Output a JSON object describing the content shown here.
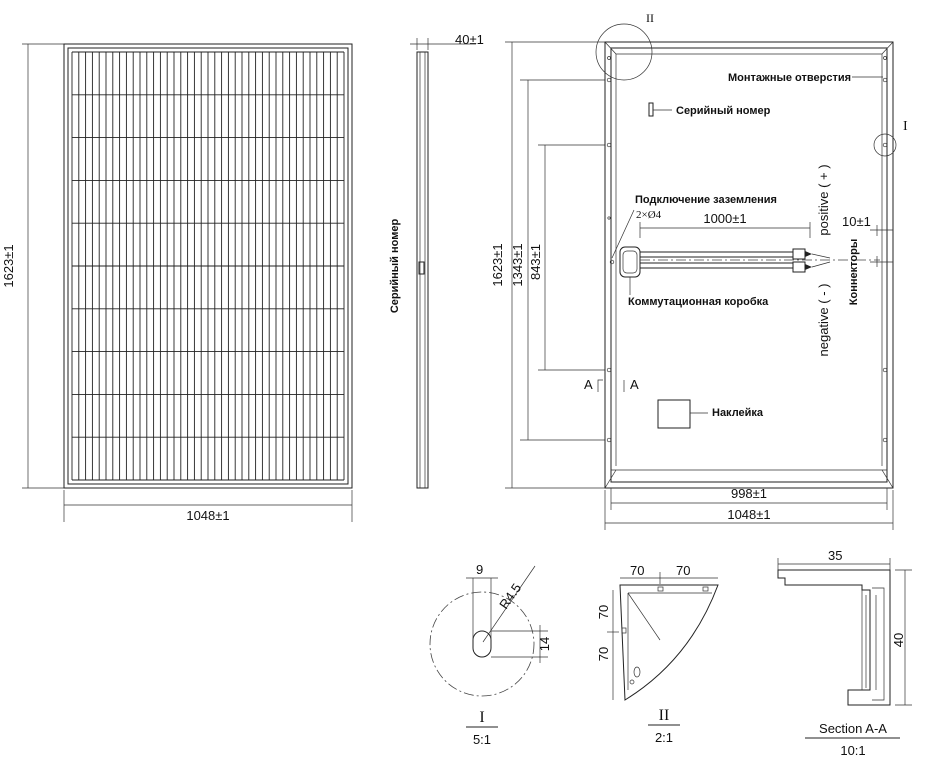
{
  "front_view": {
    "height_dim": "1623±1",
    "width_dim": "1048±1"
  },
  "side_view": {
    "thickness_dim": "40±1",
    "serial_label": "Серийный номер"
  },
  "rear_view": {
    "detail_II_marker": "II",
    "detail_I_marker": "I",
    "mounting_holes": "Монтажные отверстия",
    "serial_number": "Серийный номер",
    "grounding": "Подключение заземления",
    "hole_spec": "2×Ø4",
    "cable_length": "1000±1",
    "junction_box": "Коммутационная коробка",
    "positive": "positive ( + )",
    "negative": "negative ( - )",
    "connectors": "Коннекторы",
    "connector_dim": "10±1",
    "label_sticker": "Наклейка",
    "section_A_left": "A",
    "section_A_right": "A",
    "dim_1623": "1623±1",
    "dim_1343": "1343±1",
    "dim_843": "843±1",
    "dim_998": "998±1",
    "dim_1048": "1048±1"
  },
  "detail_I": {
    "dim_9": "9",
    "radius": "R4.5",
    "dim_14": "14",
    "title": "I",
    "scale": "5:1"
  },
  "detail_II": {
    "dim_70_a": "70",
    "dim_70_b": "70",
    "dim_70_c": "70",
    "dim_70_d": "70",
    "title": "II",
    "scale": "2:1"
  },
  "section_AA": {
    "width_dim": "35",
    "height_dim": "40",
    "title": "Section A-A",
    "scale": "10:1"
  }
}
